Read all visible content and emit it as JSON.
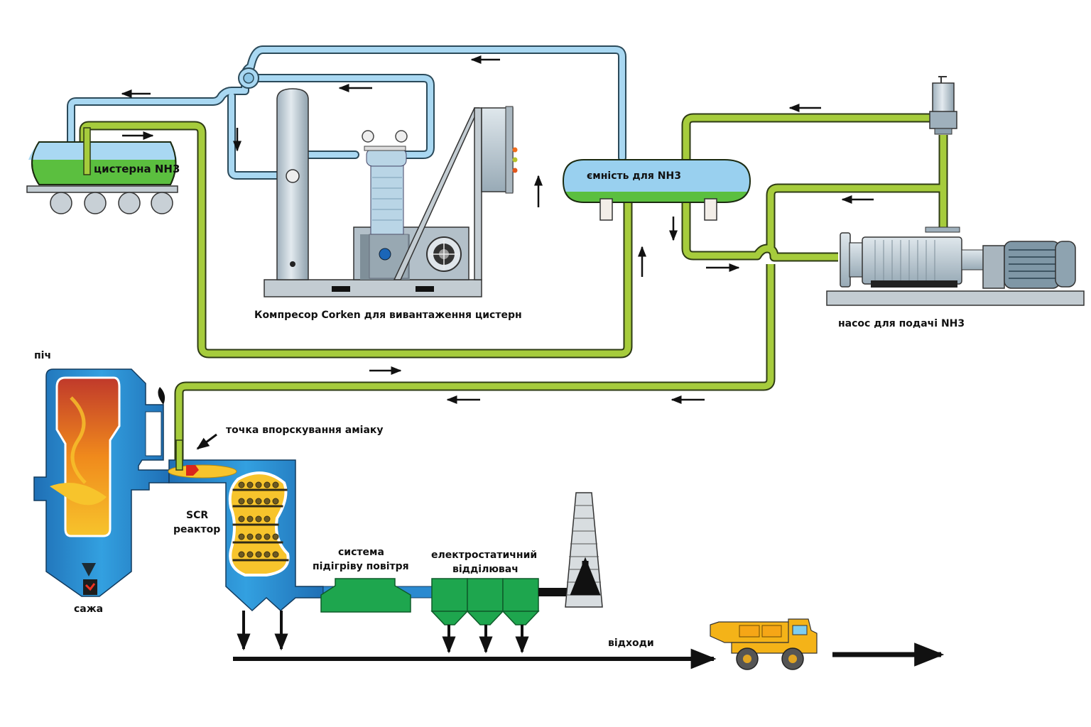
{
  "diagram": {
    "type": "process-flow",
    "subject": "Ammonia (NH3) supply system for SCR reactor",
    "colors": {
      "liquid_pipe": "#a6cc3c",
      "vapor_pipe": "#a9d8f2",
      "flue_duct": "#2a8ad0",
      "equipment_green": "#1ea64e",
      "flame_orange": "#f08a1c",
      "catalyst_yellow": "#f7c42c",
      "truck_yellow": "#f4b318",
      "metal_grey": "#b9c6cf",
      "arrow": "#111111"
    },
    "labels": {
      "tank_car": "цистерна NH3",
      "compressor": "Компресор Corken для вивантаження цистерн",
      "storage_tank": "ємність для NH3",
      "pump": "насос для подачі NH3",
      "furnace": "піч",
      "soot": "сажа",
      "injection_point": "точка впорскування аміаку",
      "scr_reactor_line1": "SCR",
      "scr_reactor_line2": "реактор",
      "air_preheater_line1": "система",
      "air_preheater_line2": "підігріву повітря",
      "esp_line1": "електростатичний",
      "esp_line2": "відділювач",
      "waste": "відходи"
    },
    "nodes": [
      {
        "id": "tank_car",
        "label_key": "tank_car"
      },
      {
        "id": "compressor",
        "label_key": "compressor"
      },
      {
        "id": "storage_tank",
        "label_key": "storage_tank"
      },
      {
        "id": "pump",
        "label_key": "pump"
      },
      {
        "id": "furnace",
        "label_key": "furnace"
      },
      {
        "id": "scr_reactor",
        "label_key": "scr_reactor_line1"
      },
      {
        "id": "air_preheater",
        "label_key": "air_preheater_line1"
      },
      {
        "id": "esp",
        "label_key": "esp_line1"
      },
      {
        "id": "stack"
      },
      {
        "id": "dump_truck"
      }
    ],
    "edges": [
      {
        "from": "tank_car",
        "to": "storage_tank",
        "medium": "liquid NH3"
      },
      {
        "from": "storage_tank",
        "to": "compressor",
        "medium": "vapor NH3"
      },
      {
        "from": "compressor",
        "to": "tank_car",
        "medium": "vapor NH3"
      },
      {
        "from": "storage_tank",
        "to": "pump",
        "medium": "liquid NH3"
      },
      {
        "from": "pump",
        "to": "storage_tank",
        "medium": "liquid NH3 (recirculation)"
      },
      {
        "from": "pump",
        "to": "scr_reactor",
        "medium": "liquid NH3 to injection point"
      },
      {
        "from": "furnace",
        "to": "scr_reactor",
        "medium": "flue gas"
      },
      {
        "from": "scr_reactor",
        "to": "air_preheater",
        "medium": "flue gas"
      },
      {
        "from": "air_preheater",
        "to": "esp",
        "medium": "flue gas"
      },
      {
        "from": "esp",
        "to": "stack",
        "medium": "clean gas"
      },
      {
        "from": "esp",
        "to": "dump_truck",
        "medium": "waste"
      },
      {
        "from": "scr_reactor",
        "to": "dump_truck",
        "medium": "waste"
      }
    ]
  }
}
